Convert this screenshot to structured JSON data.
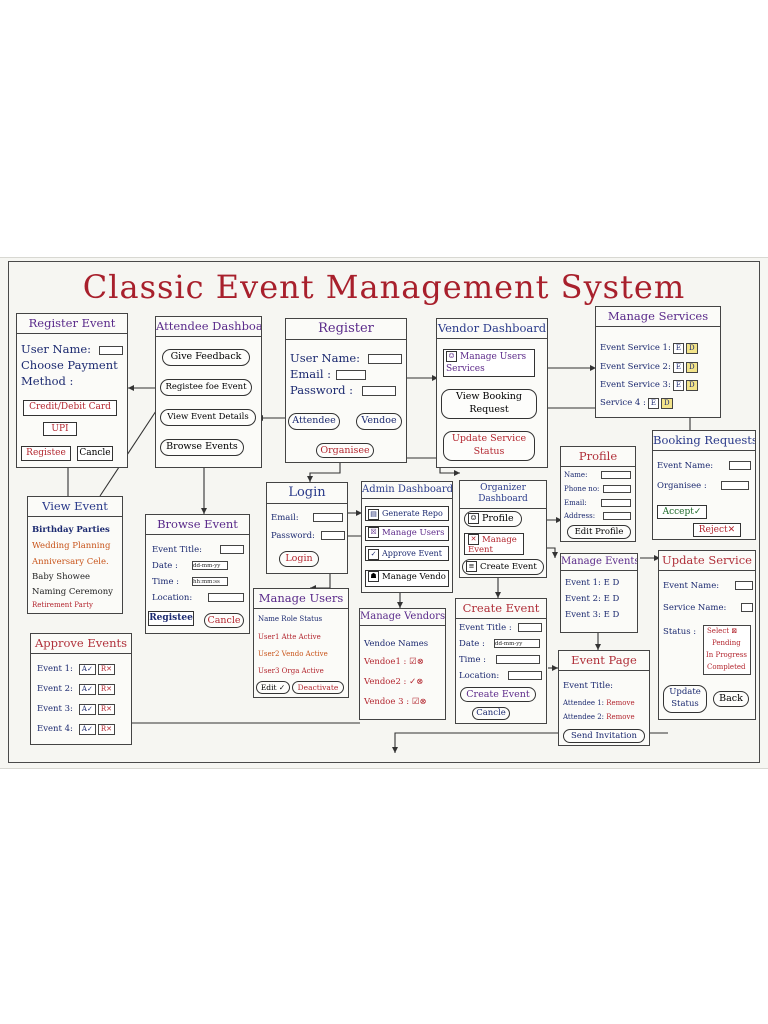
{
  "title": "Classic Event Management System",
  "register_event": {
    "title": "Register Event",
    "user_name": "User Name:",
    "choose_payment": "Choose Payment",
    "method": "Method :",
    "credit_debit": "Credit/Debit Card",
    "upi": "UPI",
    "register": "Registee",
    "cancel": "Cancle"
  },
  "attendee_dashboard": {
    "title": "Attendee Dashboard",
    "give_feedback": "Give Feedback",
    "register_for_event": "Registee foe Event",
    "view_event_details": "View Event Details",
    "browse_events": "Browse Events"
  },
  "register": {
    "title": "Register",
    "user_name": "User Name:",
    "email": "Email :",
    "password": "Password :",
    "attendee": "Attendee",
    "vendor": "Vendoe",
    "organiser": "Organisee"
  },
  "vendor_dashboard": {
    "title": "Vendor Dashboard",
    "manage_users_services": "Manage Users Services",
    "view_booking_request": "View Booking Request",
    "update_service_status": "Update Service Status"
  },
  "manage_services": {
    "title": "Manage Services",
    "rows": [
      "Event Service 1:",
      "Event Service 2:",
      "Event Service 3:",
      "Service 4 :"
    ],
    "edit_chip": "E",
    "delete_chip": "D"
  },
  "booking_requests": {
    "title": "Booking Requests",
    "event_name": "Event Name:",
    "organiser": "Organisee :",
    "accept": "Accept✓",
    "reject": "Reject✕"
  },
  "profile": {
    "title": "Profile",
    "name": "Name:",
    "phone": "Phone no:",
    "email": "Email:",
    "address": "Address:",
    "edit_profile": "Edit Profile"
  },
  "organizer_dashboard": {
    "title": "Organizer Dashboard",
    "profile": "Profile",
    "manage_event": "Manage Event",
    "create_event": "Create Event"
  },
  "admin_dashboard": {
    "title": "Admin Dashboard",
    "generate_report": "Generate Repo",
    "manage_users": "Manage Users",
    "approve_event": "Approve Event",
    "manage_vendors": "Manage Vendo"
  },
  "login": {
    "title": "Login",
    "email": "Email:",
    "password": "Password:",
    "login_btn": "Login"
  },
  "view_event": {
    "title": "View Event",
    "events": [
      "Birthday Parties",
      "Wedding Planning",
      "Anniversary Cele.",
      "Baby Showee",
      "Naming Ceremony",
      "Retirement Party"
    ]
  },
  "browse_event": {
    "title": "Browse Event",
    "event_title": "Event Title:",
    "date": "Date :",
    "date_ph": "dd-mm-yy",
    "time": "Time :",
    "time_ph": "hh:mm:ss",
    "location": "Location:",
    "register": "Registee",
    "cancel": "Cancle"
  },
  "manage_users": {
    "title": "Manage Users",
    "headers": "Name  Role  Status",
    "rows": [
      "User1  Atte  Active",
      "User2  Vendo  Active",
      "User3  Orga  Active"
    ],
    "edit": "Edit ✓",
    "deactivate": "Deactivate"
  },
  "manage_vendors": {
    "title": "Manage Vendors",
    "header": "Vendoe Names",
    "rows": [
      "Vendoe1 :",
      "Vendoe2 :",
      "Vendoe 3 :"
    ]
  },
  "create_event": {
    "title": "Create Event",
    "event_title": "Event Title :",
    "date": "Date :",
    "date_ph": "dd-mm-yy",
    "time": "Time :",
    "location": "Location:",
    "create_btn": "Create Event",
    "cancel": "Cancle"
  },
  "manage_events": {
    "title": "Manage Events",
    "rows": [
      "Event 1:  E  D",
      "Event 2:  E  D",
      "Event 3:  E  D"
    ]
  },
  "event_page": {
    "title": "Event Page",
    "event_title": "Event Title:",
    "attendee1": "Attendee 1:",
    "attendee2": "Attendee 2:",
    "remove": "Remove",
    "send_invitation": "Send Invitation"
  },
  "update_service": {
    "title": "Update Service",
    "event_name": "Event Name:",
    "service_name": "Service Name:",
    "status": "Status :",
    "options": [
      "Select ⊠",
      "Pending",
      "In Progress",
      "Completed"
    ],
    "update_status": "Update Status",
    "back": "Back"
  },
  "approve_events": {
    "title": "Approve Events",
    "rows": [
      "Event 1:",
      "Event 2:",
      "Event 3:",
      "Event 4:"
    ],
    "approve": "A✓",
    "reject": "R✕"
  }
}
